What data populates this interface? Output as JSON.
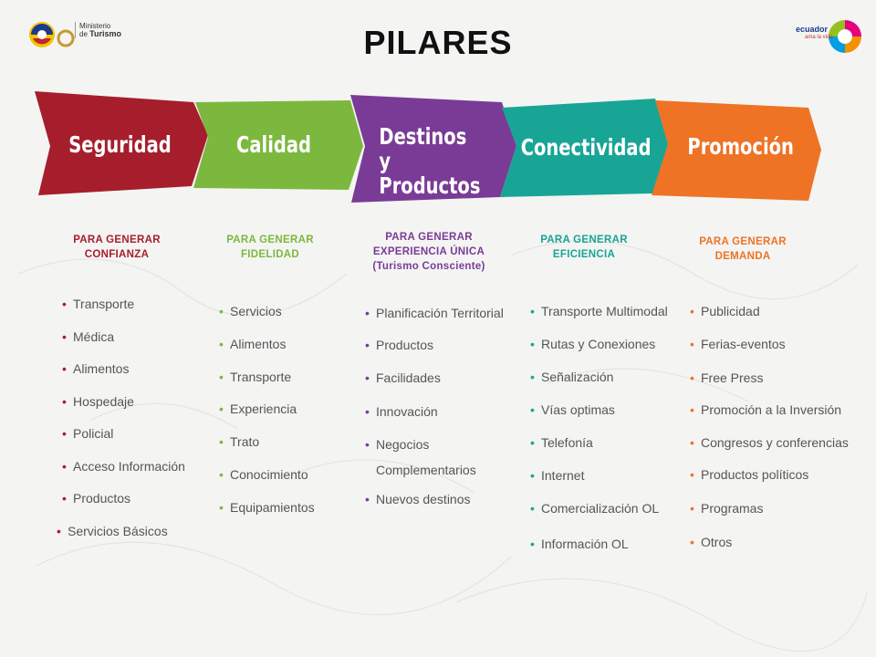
{
  "title": "PILARES",
  "logos": {
    "ministry_line1": "Ministerio",
    "ministry_line2": "de",
    "ministry_line3": "Turismo",
    "brand_name": "ecuador",
    "brand_tagline": "ama la vida"
  },
  "colors": {
    "seguridad": "#a61e2c",
    "calidad": "#7cb83e",
    "destinos": "#7a3b96",
    "conectividad": "#18a596",
    "promocion": "#ee7325"
  },
  "pillars": [
    {
      "label": "Seguridad",
      "color": "#a61e2c",
      "subhead": "PARA GENERAR CONFIANZA",
      "subhead_lines": [
        "PARA GENERAR",
        "CONFIANZA"
      ],
      "items": [
        "Transporte",
        "Médica",
        "Alimentos",
        "Hospedaje",
        "Policial",
        "Acceso Información",
        "Productos",
        "Servicios Básicos"
      ]
    },
    {
      "label": "Calidad",
      "color": "#7cb83e",
      "subhead_lines": [
        "PARA GENERAR",
        "FIDELIDAD"
      ],
      "items": [
        "Servicios",
        "Alimentos",
        "Transporte",
        "Experiencia",
        "Trato",
        "Conocimiento",
        "Equipamientos"
      ]
    },
    {
      "label_lines": [
        "Destinos y",
        "Productos"
      ],
      "color": "#7a3b96",
      "subhead_lines": [
        "PARA GENERAR",
        "EXPERIENCIA ÚNICA",
        "(Turismo Consciente)"
      ],
      "items": [
        "Planificación Territorial",
        "Productos",
        "Facilidades",
        "Innovación",
        "Negocios",
        "Complementarios",
        "Nuevos destinos"
      ]
    },
    {
      "label": "Conectividad",
      "color": "#18a596",
      "subhead_lines": [
        "PARA GENERAR",
        "EFICIENCIA"
      ],
      "items": [
        "Transporte Multimodal",
        "Rutas y Conexiones",
        "Señalización",
        "Vías optimas",
        "Telefonía",
        "Internet",
        "Comercialización OL",
        "Información OL"
      ]
    },
    {
      "label": "Promoción",
      "color": "#ee7325",
      "subhead_lines": [
        "PARA GENERAR",
        "DEMANDA"
      ],
      "items": [
        "Publicidad",
        "Ferias-eventos",
        "Free Press",
        "Promoción a la Inversión",
        "Congresos y conferencias",
        "Productos políticos",
        "Programas",
        "Otros"
      ]
    }
  ]
}
